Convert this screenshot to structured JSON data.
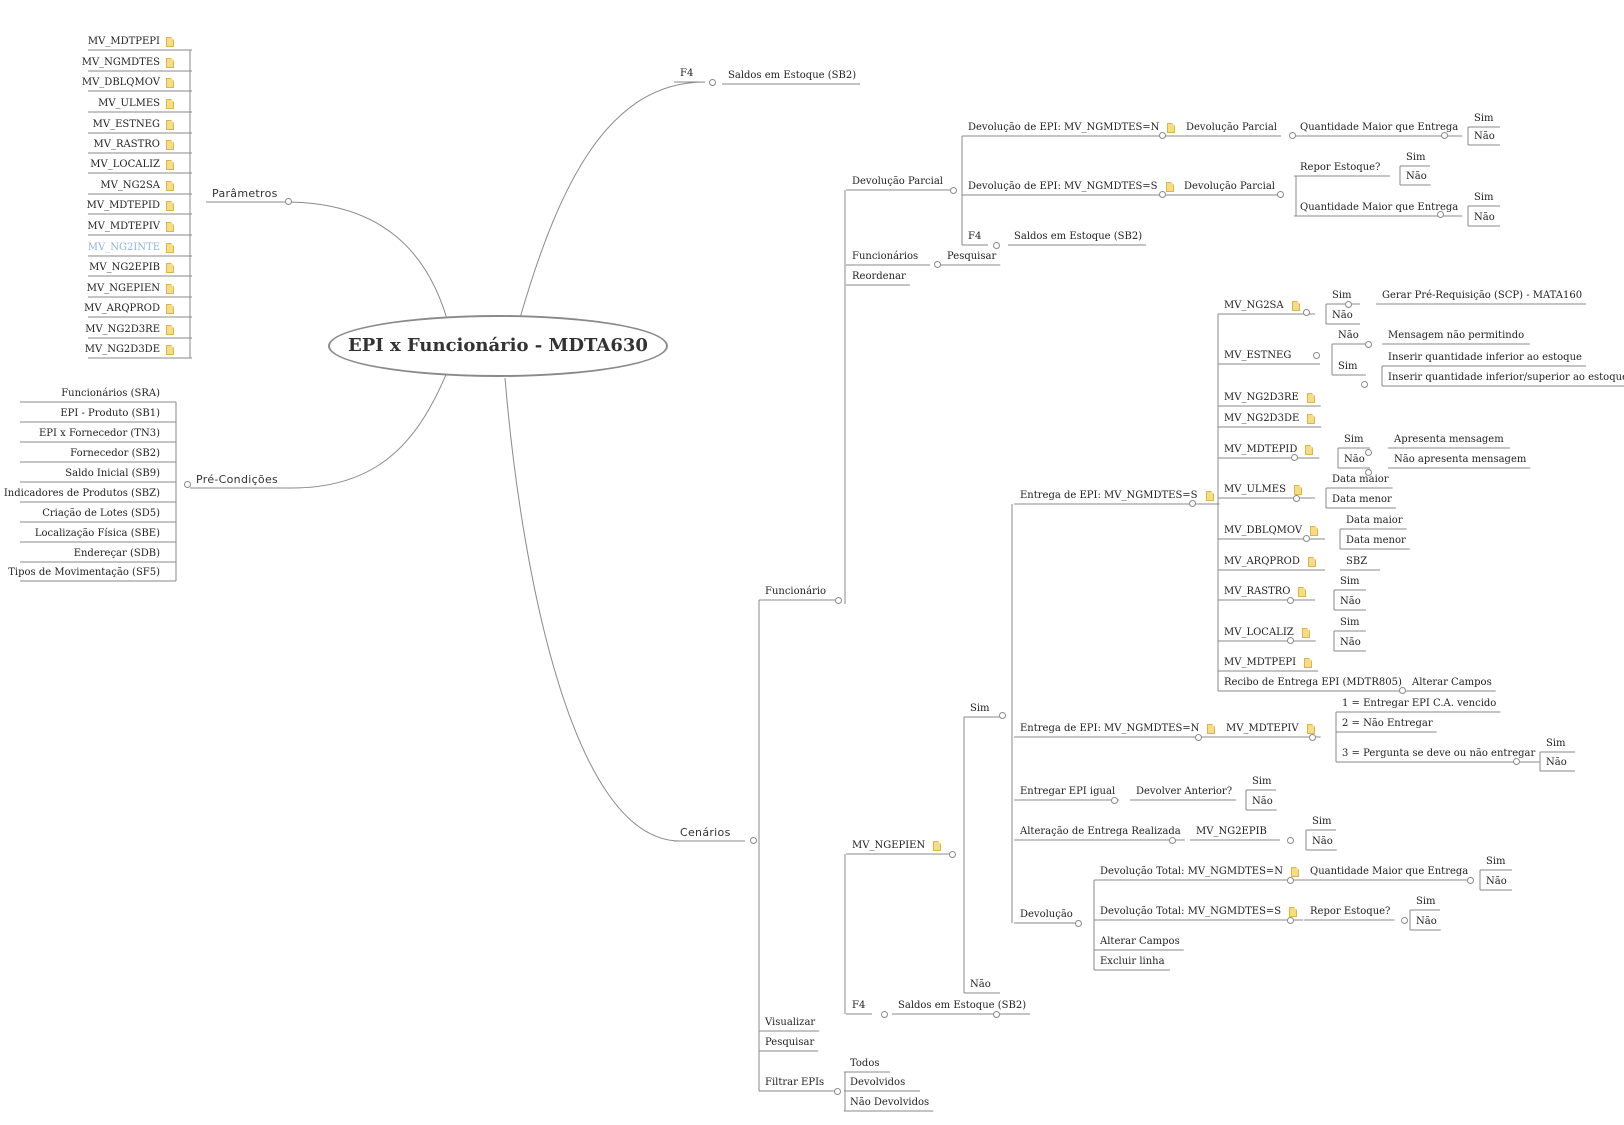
{
  "root": "EPI x Funcionário - MDTA630",
  "colors": {
    "line": "#8a8a8a",
    "note": "#f7dc86",
    "highlight": "#8fb3e0"
  },
  "labels": {
    "p1": "MV_MDTPEPI",
    "p2": "MV_NGMDTES",
    "p3": "MV_DBLQMOV",
    "p4": "MV_ULMES",
    "p5": "MV_ESTNEG",
    "p6": "MV_RASTRO",
    "p7": "MV_LOCALIZ",
    "p8": "MV_NG2SA",
    "p9": "MV_MDTEPID",
    "p10": "MV_MDTEPIV",
    "p11": "MV_NG2INTE",
    "p12": "MV_NG2EPIB",
    "p13": "MV_NGEPIEN",
    "p14": "MV_ARQPROD",
    "p15": "MV_NG2D3RE",
    "p16": "MV_NG2D3DE",
    "parametros": "Parâmetros",
    "c1": "Funcionários (SRA)",
    "c2": "EPI - Produto (SB1)",
    "c3": "EPI x Fornecedor (TN3)",
    "c4": "Fornecedor (SB2)",
    "c5": "Saldo Inicial (SB9)",
    "c6": "Indicadores de Produtos (SBZ)",
    "c7": "Criação de Lotes (SD5)",
    "c8": "Localização Física (SBE)",
    "c9": "Endereçar (SDB)",
    "c10": "Tipos de Movimentação (SF5)",
    "precond": "Pré-Condições",
    "f4top": "F4",
    "f4topsub": "Saldos em Estoque (SB2)",
    "cenarios": "Cenários",
    "funcionario": "Funcionário",
    "visualizar": "Visualizar",
    "pesquisar": "Pesquisar",
    "filtrar": "Filtrar EPIs",
    "todos": "Todos",
    "devolvidos": "Devolvidos",
    "naodev": "Não Devolvidos",
    "devparc": "Devolução Parcial",
    "dpn": "Devolução de EPI: MV_NGMDTES=N",
    "dpn1": "Devolução Parcial",
    "dpn2": "Quantidade Maior que Entrega",
    "dpn_s": "Sim",
    "dpn_n": "Não",
    "dps": "Devolução de EPI: MV_NGMDTES=S",
    "dps1": "Devolução Parcial",
    "dps_rep": "Repor Estoque?",
    "dps_rep_s": "Sim",
    "dps_rep_n": "Não",
    "dps_qm": "Quantidade Maior que Entrega",
    "dps_qm_s": "Sim",
    "dps_qm_n": "Não",
    "dp_f4": "F4",
    "dp_f4sub": "Saldos em Estoque (SB2)",
    "funcs": "Funcionários",
    "funcs_pesq": "Pesquisar",
    "reordenar": "Reordenar",
    "ngepien": "MV_NGEPIEN",
    "sim": "Sim",
    "nao": "Não",
    "f4b": "F4",
    "f4bsub": "Saldos em Estoque (SB2)",
    "es": "Entrega de EPI: MV_NGMDTES=S",
    "es_ng2sa": "MV_NG2SA",
    "es_ng2sa_s": "Sim",
    "es_ng2sa_s1": "Gerar Pré-Requisição (SCP)  - MATA160",
    "es_ng2sa_n": "Não",
    "es_estneg": "MV_ESTNEG",
    "es_estneg_n": "Não",
    "es_estneg_n1": "Mensagem não permitindo",
    "es_estneg_s": "Sim",
    "es_estneg_s1": "Inserir quantidade inferior ao estoque",
    "es_estneg_s2": "Inserir quantidade inferior/superior ao estoque",
    "es_d3re": "MV_NG2D3RE",
    "es_d3de": "MV_NG2D3DE",
    "es_epid": "MV_MDTEPID",
    "es_epid_s": "Sim",
    "es_epid_s1": "Apresenta mensagem",
    "es_epid_n": "Não",
    "es_epid_n1": "Não apresenta mensagem",
    "es_ulmes": "MV_ULMES",
    "es_ulmes1": "Data maior",
    "es_ulmes2": "Data menor",
    "es_dblq": "MV_DBLQMOV",
    "es_dblq1": "Data maior",
    "es_dblq2": "Data menor",
    "es_arq": "MV_ARQPROD",
    "es_arq1": "SBZ",
    "es_rastro": "MV_RASTRO",
    "es_rastro_s": "Sim",
    "es_rastro_n": "Não",
    "es_local": "MV_LOCALIZ",
    "es_local_s": "Sim",
    "es_local_n": "Não",
    "es_pepi": "MV_MDTPEPI",
    "es_recibo": "Recibo de Entrega EPI (MDTR805)",
    "es_recibo1": "Alterar Campos",
    "en": "Entrega de EPI: MV_NGMDTES=N",
    "en_epiv": "MV_MDTEPIV",
    "en_o1": "1 = Entregar EPI C.A. vencido",
    "en_o2": "2 = Não Entregar",
    "en_o3": "3 = Pergunta se deve ou não entregar",
    "en_o3s": "Sim",
    "en_o3n": "Não",
    "eig": "Entregar EPI igual",
    "eig1": "Devolver Anterior?",
    "eig_s": "Sim",
    "eig_n": "Não",
    "alt": "Alteração de Entrega Realizada",
    "alt1": "MV_NG2EPIB",
    "alt_s": "Sim",
    "alt_n": "Não",
    "dev": "Devolução",
    "dtn": "Devolução Total: MV_NGMDTES=N",
    "dtn1": "Quantidade Maior que Entrega",
    "dtn_s": "Sim",
    "dtn_n": "Não",
    "dts": "Devolução Total: MV_NGMDTES=S",
    "dts1": "Repor Estoque?",
    "dts_s": "Sim",
    "dts_n": "Não",
    "dev_alt": "Alterar Campos",
    "dev_exc": "Excluir linha"
  }
}
